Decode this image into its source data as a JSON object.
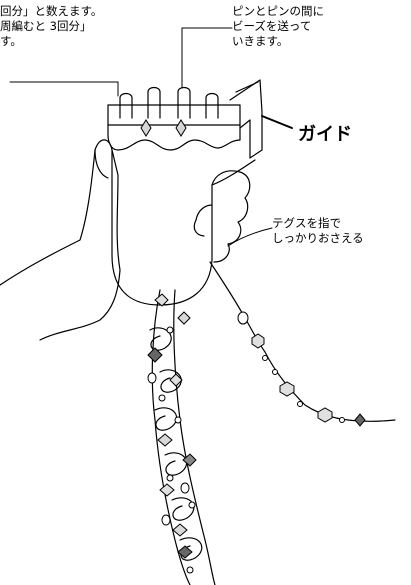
{
  "annotations": {
    "count_note": {
      "lines": [
        "回分」と数えます。",
        "周編むと 3回分」",
        "す。"
      ]
    },
    "bead_note": {
      "lines": [
        "ピンとピンの間に",
        "ビーズを送って",
        "いきます。"
      ]
    },
    "guide_label": "ガイド",
    "thread_note": {
      "lines": [
        "テグスを指で",
        "しっかりおさえる"
      ]
    }
  }
}
